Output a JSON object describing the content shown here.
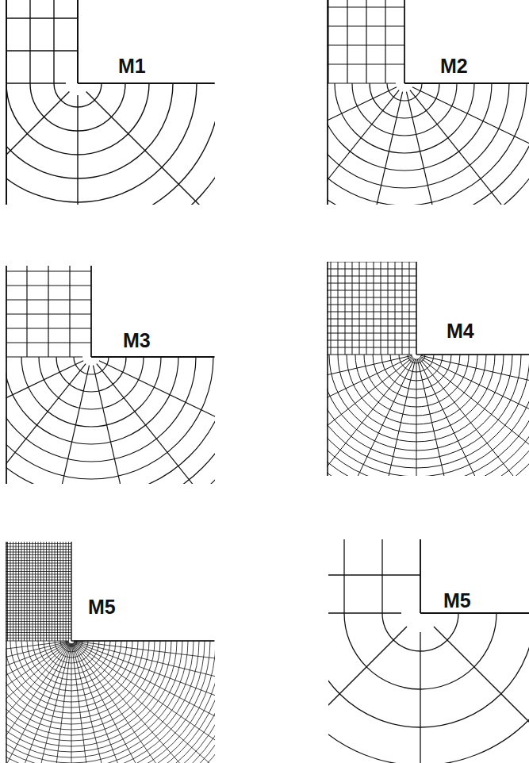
{
  "diagram": {
    "labels": [
      "M1",
      "M2",
      "M3",
      "M4",
      "M5",
      "M5"
    ]
  }
}
